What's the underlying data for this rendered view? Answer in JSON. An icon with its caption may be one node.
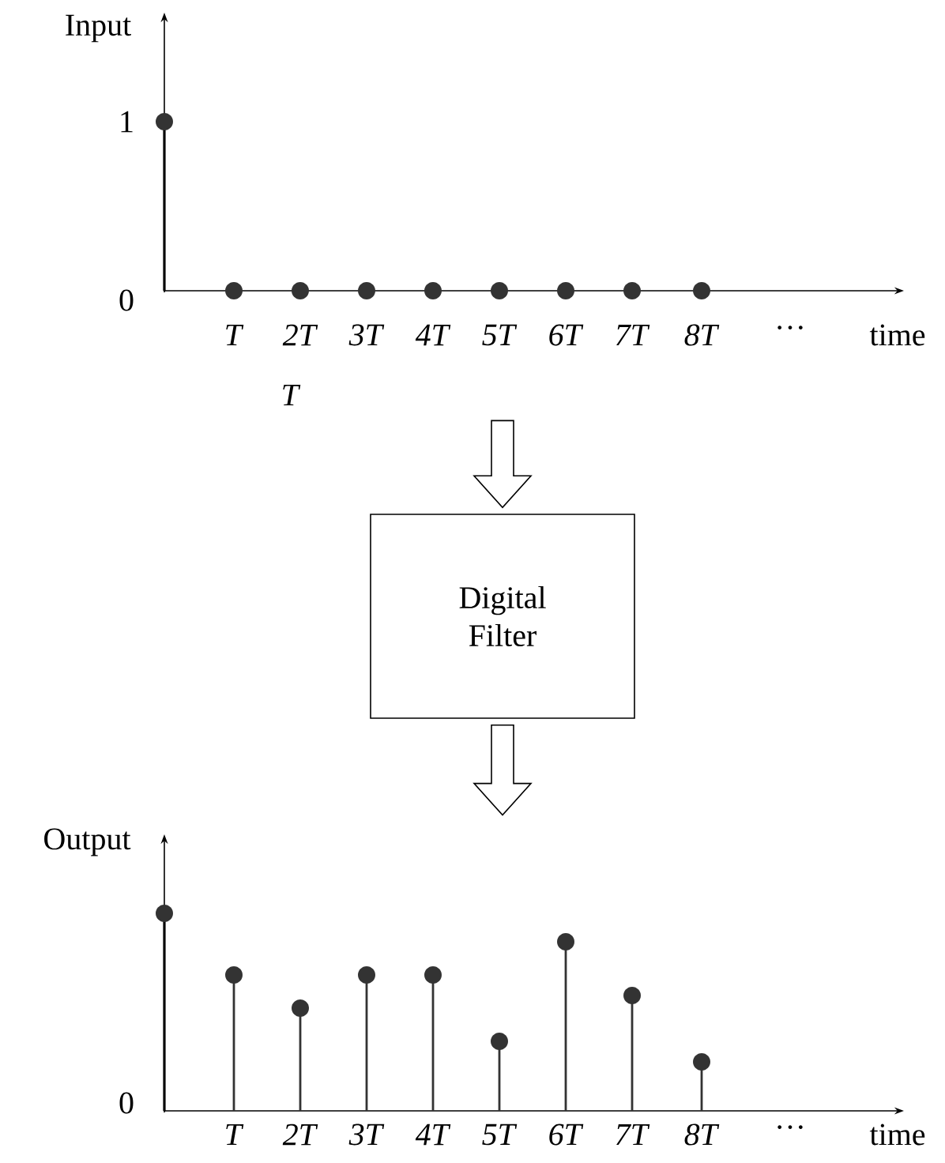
{
  "diagram": {
    "nodes": [
      {
        "text": [],
        "shape": "picture",
        "beside": [
          "Input",
          "1",
          "0",
          "*T*",
          "*2T*",
          "*3T*",
          "*4T*",
          "*5T*",
          "*6T*",
          "*7T*",
          "*8T*",
          "···",
          "time",
          "*T*"
        ]
      },
      {
        "text": [
          "Digital Filter"
        ]
      },
      {
        "text": [],
        "shape": "picture",
        "beside": [
          "Output",
          "0",
          "*T*",
          "*2T*",
          "*3T*",
          "*4T*",
          "*5T*",
          "*6T*",
          "*7T*",
          "*8T*",
          "···",
          "time"
        ]
      }
    ],
    "edges": [
      {
        "from": 0,
        "to": 1,
        "arrow": "to"
      },
      {
        "from": 1,
        "to": 2,
        "arrow": "to"
      }
    ]
  }
}
